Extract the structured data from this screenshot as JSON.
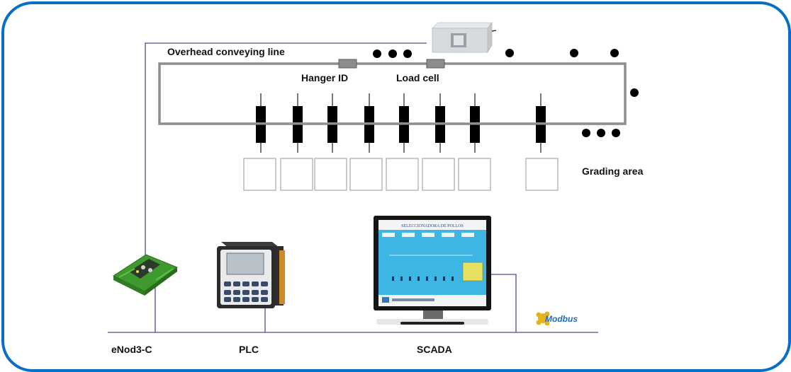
{
  "labels": {
    "conveying_line": "Overhead conveying line",
    "hanger_id": "Hanger ID",
    "load_cell": "Load cell",
    "grading_area": "Grading area",
    "enod": "eNod3-C",
    "plc": "PLC",
    "scada": "SCADA",
    "modbus": "Modbus"
  },
  "scada_screen": {
    "title": "SELECCIONADORA DE POLLOS"
  },
  "grading_stations": 8,
  "colors": {
    "frame": "#0a6fc2",
    "conveyor": "#8e8e8e",
    "network_line": "#4a4f8f",
    "hanger": "#000000",
    "box_border": "#a8a8a8",
    "sensor": "#8c8c8c",
    "enod_green": "#3f9a2e",
    "modbus_blue": "#1a6fb8",
    "modbus_gold": "#e8b21a",
    "scada_screen": "#3db6e4"
  }
}
